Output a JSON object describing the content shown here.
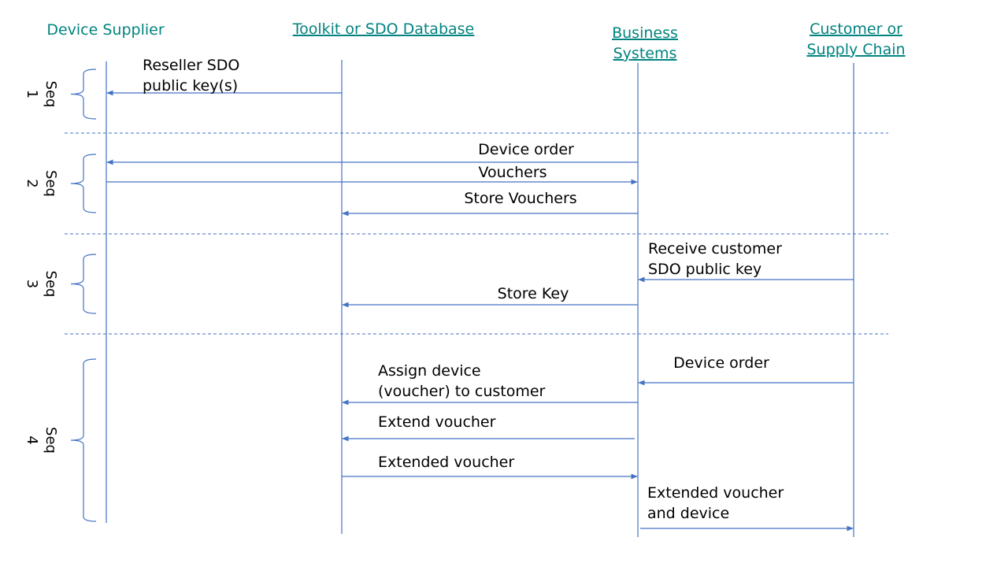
{
  "colors": {
    "header_text": "#00837f",
    "line": "#4472c4",
    "divider": "#4472c4",
    "text": "#000000"
  },
  "participants": [
    {
      "id": "device_supplier",
      "lines": [
        "Device Supplier"
      ],
      "underline": false
    },
    {
      "id": "toolkit",
      "lines": [
        "Toolkit or SDO Database"
      ],
      "underline": true
    },
    {
      "id": "business",
      "lines": [
        "Business",
        "Systems"
      ],
      "underline": true
    },
    {
      "id": "customer",
      "lines": [
        "Customer or",
        "Supply Chain"
      ],
      "underline": true
    }
  ],
  "sequences": [
    {
      "id": "seq1",
      "name": "Seq",
      "number": "1"
    },
    {
      "id": "seq2",
      "name": "Seq",
      "number": "2"
    },
    {
      "id": "seq3",
      "name": "Seq",
      "number": "3"
    },
    {
      "id": "seq4",
      "name": "Seq",
      "number": "4"
    }
  ],
  "messages": [
    {
      "id": "m1",
      "from": "toolkit",
      "to": "device_supplier",
      "lines": [
        "Reseller SDO",
        "public key(s)"
      ]
    },
    {
      "id": "m2",
      "from": "business",
      "to": "device_supplier",
      "lines": [
        "Device order"
      ]
    },
    {
      "id": "m3",
      "from": "device_supplier",
      "to": "business",
      "lines": [
        "Vouchers"
      ]
    },
    {
      "id": "m4",
      "from": "business",
      "to": "toolkit",
      "lines": [
        "Store Vouchers"
      ]
    },
    {
      "id": "m5",
      "from": "customer",
      "to": "business",
      "lines": [
        "Receive customer",
        "SDO public key"
      ]
    },
    {
      "id": "m6",
      "from": "business",
      "to": "toolkit",
      "lines": [
        "Store Key"
      ]
    },
    {
      "id": "m7",
      "from": "customer",
      "to": "business",
      "lines": [
        "Device order"
      ]
    },
    {
      "id": "m8",
      "from": "business",
      "to": "toolkit",
      "lines": [
        "Assign device",
        "(voucher) to customer"
      ]
    },
    {
      "id": "m9",
      "from": "business",
      "to": "toolkit",
      "lines": [
        "Extend voucher"
      ]
    },
    {
      "id": "m10",
      "from": "toolkit",
      "to": "business",
      "lines": [
        "Extended voucher"
      ]
    },
    {
      "id": "m11",
      "from": "business",
      "to": "customer",
      "lines": [
        "Extended voucher",
        "and device"
      ]
    }
  ]
}
